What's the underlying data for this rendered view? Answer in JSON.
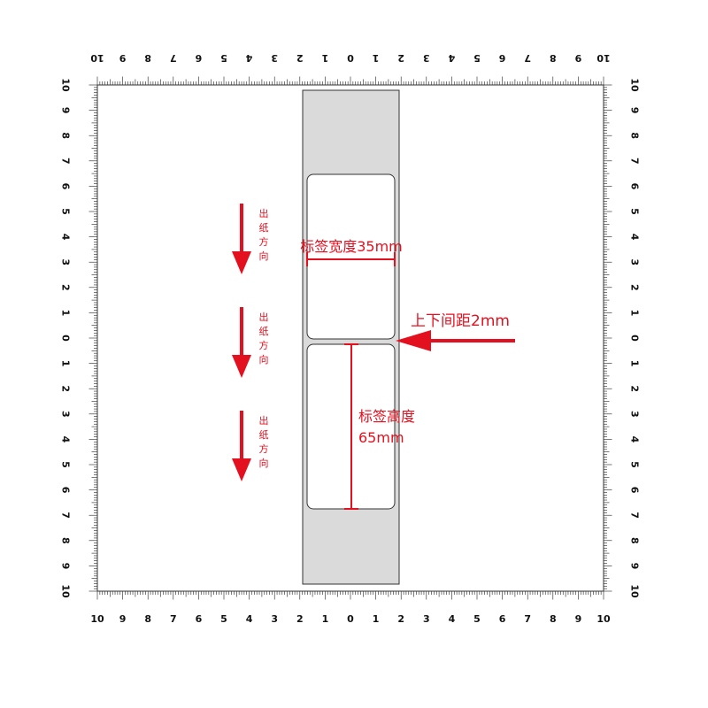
{
  "ruler": {
    "labels": [
      "10",
      "9",
      "8",
      "7",
      "6",
      "5",
      "4",
      "3",
      "2",
      "1",
      "0",
      "1",
      "2",
      "3",
      "4",
      "5",
      "6",
      "7",
      "8",
      "9",
      "10"
    ],
    "range": [
      -10,
      10
    ]
  },
  "annotations": {
    "label_width": "标签宽度35mm",
    "gap": "上下间距2mm",
    "label_height_line1": "标签高度",
    "label_height_line2": "65mm",
    "feed_direction_chars": [
      "出",
      "纸",
      "方",
      "向"
    ]
  },
  "colors": {
    "accent_red": "#e3101f",
    "liner_gray": "#dadada",
    "outline": "#333333"
  }
}
